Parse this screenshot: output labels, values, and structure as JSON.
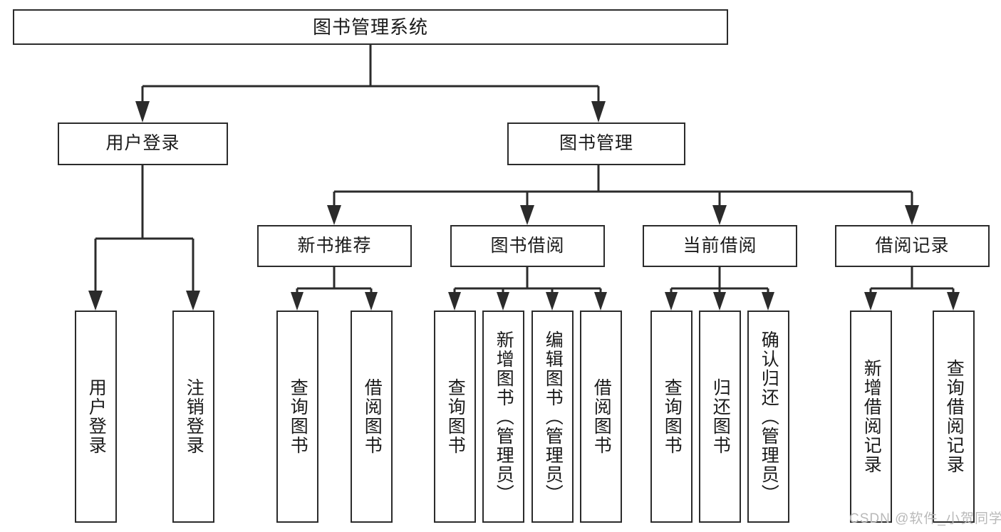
{
  "diagram": {
    "type": "tree-hierarchy",
    "title": "图书管理系统",
    "orientation": "top-down",
    "watermark": "CSDN @软件_小贺同学",
    "colors": {
      "box_border": "#2b2b2b",
      "box_fill": "#ffffff",
      "connector": "#2b2b2b",
      "text": "#1a1a1a",
      "watermark": "#b9b9b9",
      "background": "#ffffff"
    },
    "nodes": {
      "root": {
        "label": "图书管理系统"
      },
      "level2": [
        {
          "id": "user-login",
          "label": "用户登录"
        },
        {
          "id": "book-manage",
          "label": "图书管理"
        }
      ],
      "level3": [
        {
          "id": "new-book-recommend",
          "label": "新书推荐"
        },
        {
          "id": "book-borrow",
          "label": "图书借阅"
        },
        {
          "id": "current-borrow",
          "label": "当前借阅"
        },
        {
          "id": "borrow-record",
          "label": "借阅记录"
        }
      ],
      "leaves": {
        "user-login": [
          {
            "id": "leaf-user-login",
            "label": "用户登录"
          },
          {
            "id": "leaf-logout",
            "label": "注销登录"
          }
        ],
        "new-book-recommend": [
          {
            "id": "leaf-query-book-1",
            "label": "查询图书"
          },
          {
            "id": "leaf-borrow-book-1",
            "label": "借阅图书"
          }
        ],
        "book-borrow": [
          {
            "id": "leaf-query-book-2",
            "label": "查询图书"
          },
          {
            "id": "leaf-add-book",
            "label": "新增图书（管理员）"
          },
          {
            "id": "leaf-edit-book",
            "label": "编辑图书（管理员）"
          },
          {
            "id": "leaf-borrow-book-2",
            "label": "借阅图书"
          }
        ],
        "current-borrow": [
          {
            "id": "leaf-query-book-3",
            "label": "查询图书"
          },
          {
            "id": "leaf-return-book",
            "label": "归还图书"
          },
          {
            "id": "leaf-confirm-return",
            "label": "确认归还（管理员）"
          }
        ],
        "borrow-record": [
          {
            "id": "leaf-add-record",
            "label": "新增借阅记录"
          },
          {
            "id": "leaf-query-record",
            "label": "查询借阅记录"
          }
        ]
      }
    }
  }
}
